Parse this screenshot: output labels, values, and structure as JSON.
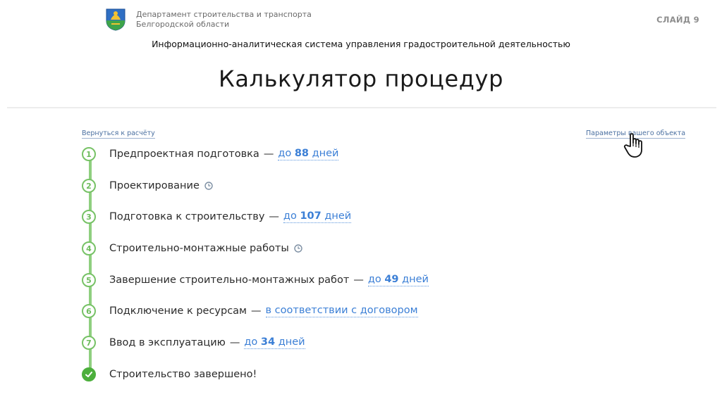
{
  "header": {
    "department_line1": "Департамент строительства и транспорта",
    "department_line2": "Белгородской области",
    "slide_label": "СЛАЙД 9",
    "system_title": "Информационно-аналитическая система управления градостроительной деятельностью",
    "page_title": "Калькулятор процедур",
    "emblem_icon": "coat-of-arms-icon"
  },
  "nav": {
    "back_link": "Вернуться к расчёту",
    "params_link": "Параметры вашего объекта"
  },
  "steps": [
    {
      "num": "1",
      "label": "Предпроектная подготовка",
      "sep": "—",
      "prefix": "до ",
      "value": "88",
      "suffix": " дней"
    },
    {
      "num": "2",
      "label": "Проектирование",
      "icon": "clock-icon"
    },
    {
      "num": "3",
      "label": "Подготовка к строительству",
      "sep": "—",
      "prefix": "до ",
      "value": "107",
      "suffix": " дней"
    },
    {
      "num": "4",
      "label": "Строительно-монтажные работы",
      "icon": "clock-icon"
    },
    {
      "num": "5",
      "label": "Завершение строительно-монтажных работ",
      "sep": "—",
      "prefix": "до ",
      "value": "49",
      "suffix": " дней"
    },
    {
      "num": "6",
      "label": "Подключение к ресурсам",
      "sep": "—",
      "text": "в соответствии с договором"
    },
    {
      "num": "7",
      "label": "Ввод в эксплуатацию",
      "sep": "—",
      "prefix": "до ",
      "value": "34",
      "suffix": " дней"
    },
    {
      "label": "Строительство завершено!",
      "icon": "checkmark-icon"
    }
  ],
  "colors": {
    "accent_green": "#4caf3c",
    "link_blue": "#3b7fd6"
  }
}
